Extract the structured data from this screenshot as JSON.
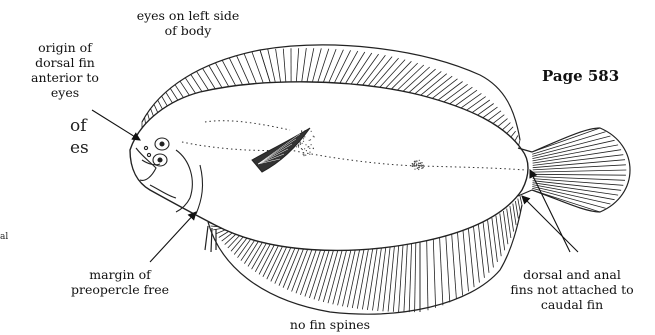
{
  "page_label": "Page 583",
  "fragments": {
    "left_a": "of",
    "left_b": "es",
    "left_c": "al"
  },
  "labels": {
    "eyes": [
      "eyes on left side",
      "of body"
    ],
    "dorsal_origin": [
      "origin of",
      "dorsal fin",
      "anterior to",
      "eyes"
    ],
    "preopercle": [
      "margin of",
      "preopercle free"
    ],
    "fins": [
      "dorsal and anal",
      "fins not attached to",
      "caudal fin"
    ],
    "spines": "no fin spines"
  }
}
